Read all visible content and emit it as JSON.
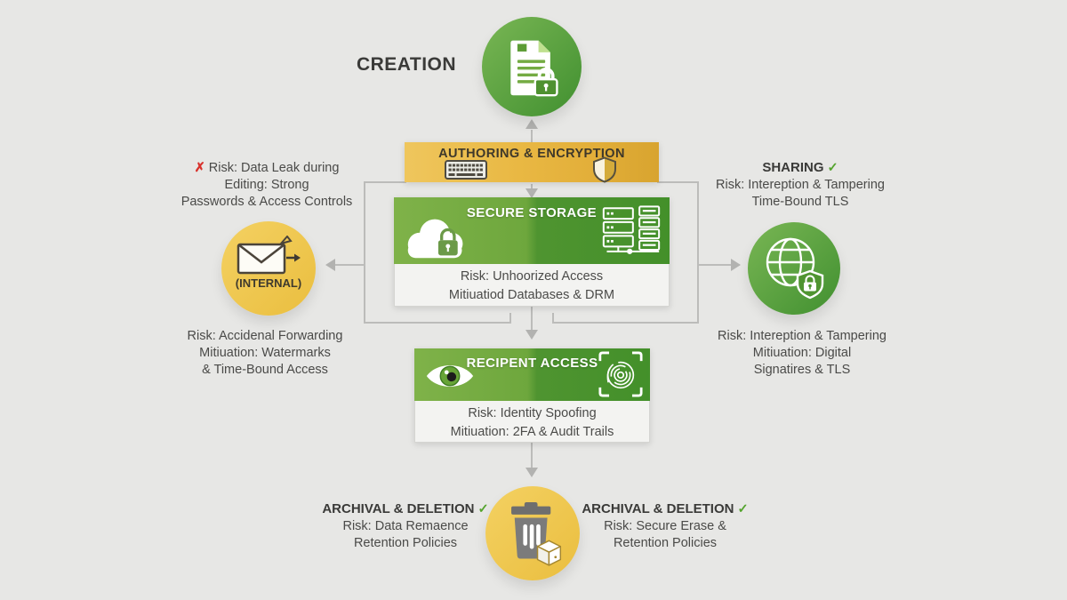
{
  "colors": {
    "background": "#e7e7e5",
    "green_dark": "#43902a",
    "green_light": "#7fb249",
    "yellow": "#e8b83c",
    "text_dark": "#3a3a38",
    "text_gray": "#4a4a48",
    "check_green": "#55a42e",
    "cross_red": "#d8322c",
    "connector": "#bcbcba"
  },
  "creation": {
    "label": "CREATION",
    "icon": "document-lock-icon"
  },
  "authoring": {
    "title": "AUTHORING & ENCRYPTION",
    "icons": [
      "keyboard-icon",
      "shield-icon"
    ]
  },
  "storage": {
    "title": "SECURE STORAGE",
    "risk": "Risk: Unhoorized Access",
    "mitigation": "Mitiuatiod Databases & DRM",
    "icons": [
      "cloud-lock-icon",
      "server-icon"
    ]
  },
  "recipient": {
    "title": "RECIPENT ACCESS",
    "risk": "Risk: Identity Spoofing",
    "mitigation": "Mitiuation: 2FA & Audit Trails",
    "icons": [
      "eye-icon",
      "fingerprint-icon"
    ]
  },
  "internal": {
    "label": "(INTERNAL)",
    "icon": "envelope-forward-icon"
  },
  "sharing_circle": {
    "icon": "globe-shield-icon"
  },
  "archive_circle": {
    "icon": "trash-archive-icon"
  },
  "notes": {
    "creation_risk": {
      "marker": "✗",
      "line1": "Risk: Data Leak during",
      "line2": "Editing: Strong",
      "line3": "Passwords & Access Controls"
    },
    "sharing": {
      "title": "SHARING",
      "marker": "✓",
      "line1": "Risk: Intereption & Tampering",
      "line2": "Time-Bound TLS"
    },
    "internal_risk": {
      "line1": "Risk: Accidenal Forwarding",
      "line2": "Mitiuation: Watermarks",
      "line3": "& Time-Bound Access"
    },
    "external_risk": {
      "line1": "Risk: Intereption & Tampering",
      "line2": "Mitiuation: Digital",
      "line3": "Signatires & TLS"
    },
    "archival_left": {
      "title": "ARCHIVAL & DELETION",
      "marker": "✓",
      "line1": "Risk: Data Remaence",
      "line2": "Retention Policies"
    },
    "archival_right": {
      "title": "ARCHIVAL & DELETION",
      "marker": "✓",
      "line1": "Risk: Secure Erase &",
      "line2": "Retention Policies"
    }
  }
}
